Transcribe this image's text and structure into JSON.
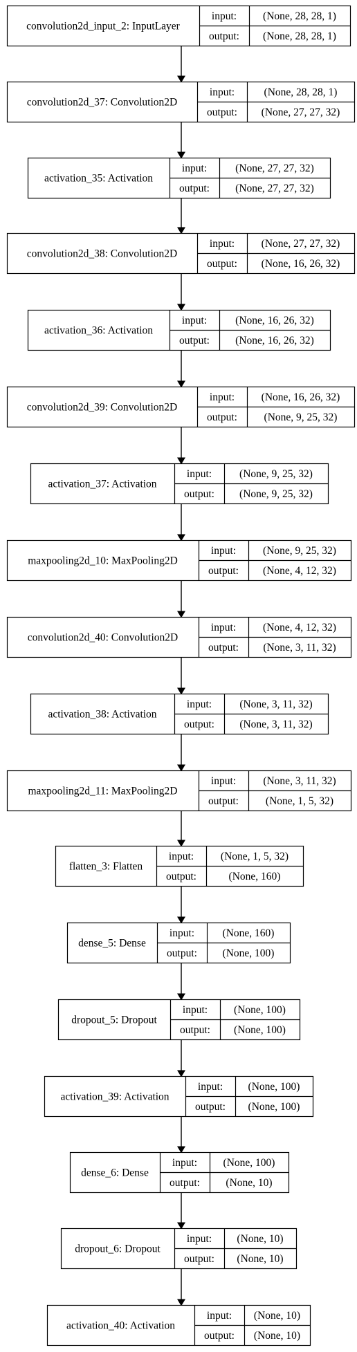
{
  "diagram": {
    "type": "keras-model-plot",
    "port_labels": {
      "input": "input:",
      "output": "output:"
    },
    "layers": [
      {
        "name": "convolution2d_input_2: InputLayer",
        "input_shape": "(None, 28, 28, 1)",
        "output_shape": "(None, 28, 28, 1)"
      },
      {
        "name": "convolution2d_37: Convolution2D",
        "input_shape": "(None, 28, 28, 1)",
        "output_shape": "(None, 27, 27, 32)"
      },
      {
        "name": "activation_35: Activation",
        "input_shape": "(None, 27, 27, 32)",
        "output_shape": "(None, 27, 27, 32)"
      },
      {
        "name": "convolution2d_38: Convolution2D",
        "input_shape": "(None, 27, 27, 32)",
        "output_shape": "(None, 16, 26, 32)"
      },
      {
        "name": "activation_36: Activation",
        "input_shape": "(None, 16, 26, 32)",
        "output_shape": "(None, 16, 26, 32)"
      },
      {
        "name": "convolution2d_39: Convolution2D",
        "input_shape": "(None, 16, 26, 32)",
        "output_shape": "(None, 9, 25, 32)"
      },
      {
        "name": "activation_37: Activation",
        "input_shape": "(None, 9, 25, 32)",
        "output_shape": "(None, 9, 25, 32)"
      },
      {
        "name": "maxpooling2d_10: MaxPooling2D",
        "input_shape": "(None, 9, 25, 32)",
        "output_shape": "(None, 4, 12, 32)"
      },
      {
        "name": "convolution2d_40: Convolution2D",
        "input_shape": "(None, 4, 12, 32)",
        "output_shape": "(None, 3, 11, 32)"
      },
      {
        "name": "activation_38: Activation",
        "input_shape": "(None, 3, 11, 32)",
        "output_shape": "(None, 3, 11, 32)"
      },
      {
        "name": "maxpooling2d_11: MaxPooling2D",
        "input_shape": "(None, 3, 11, 32)",
        "output_shape": "(None, 1, 5, 32)"
      },
      {
        "name": "flatten_3: Flatten",
        "input_shape": "(None, 1, 5, 32)",
        "output_shape": "(None, 160)"
      },
      {
        "name": "dense_5: Dense",
        "input_shape": "(None, 160)",
        "output_shape": "(None, 100)"
      },
      {
        "name": "dropout_5: Dropout",
        "input_shape": "(None, 100)",
        "output_shape": "(None, 100)"
      },
      {
        "name": "activation_39: Activation",
        "input_shape": "(None, 100)",
        "output_shape": "(None, 100)"
      },
      {
        "name": "dense_6: Dense",
        "input_shape": "(None, 100)",
        "output_shape": "(None, 10)"
      },
      {
        "name": "dropout_6: Dropout",
        "input_shape": "(None, 10)",
        "output_shape": "(None, 10)"
      },
      {
        "name": "activation_40: Activation",
        "input_shape": "(None, 10)",
        "output_shape": "(None, 10)"
      }
    ]
  }
}
